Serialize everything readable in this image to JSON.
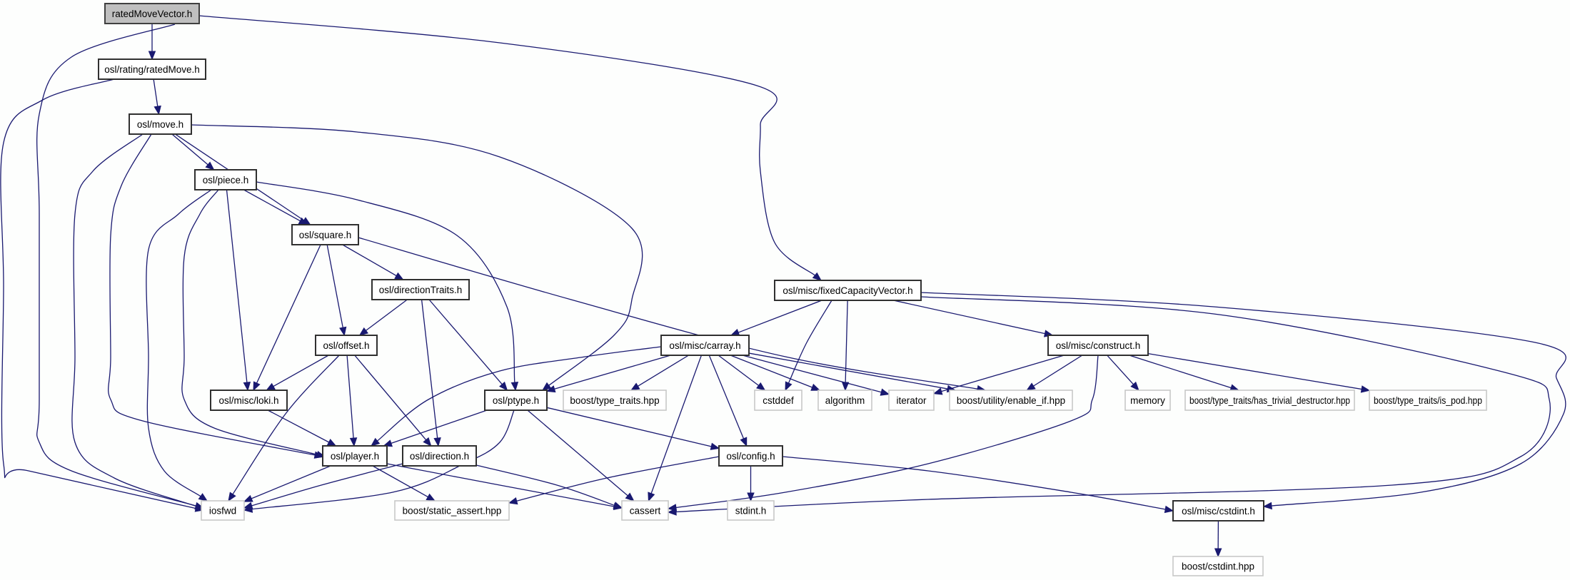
{
  "title": "Include dependency graph for ratedMoveVector.h",
  "colors": {
    "edge": "#191970",
    "current_fill": "#bfbfbf",
    "external_border": "#c8c8c8"
  },
  "nodes": [
    {
      "id": "rmv",
      "label": "ratedMoveVector.h",
      "kind": "current"
    },
    {
      "id": "ratedMove",
      "label": "osl/rating/ratedMove.h",
      "kind": "internal"
    },
    {
      "id": "move",
      "label": "osl/move.h",
      "kind": "internal"
    },
    {
      "id": "piece",
      "label": "osl/piece.h",
      "kind": "internal"
    },
    {
      "id": "square",
      "label": "osl/square.h",
      "kind": "internal"
    },
    {
      "id": "dirTraits",
      "label": "osl/directionTraits.h",
      "kind": "internal"
    },
    {
      "id": "offset",
      "label": "osl/offset.h",
      "kind": "internal"
    },
    {
      "id": "loki",
      "label": "osl/misc/loki.h",
      "kind": "internal"
    },
    {
      "id": "ptype",
      "label": "osl/ptype.h",
      "kind": "internal"
    },
    {
      "id": "player",
      "label": "osl/player.h",
      "kind": "internal"
    },
    {
      "id": "direction",
      "label": "osl/direction.h",
      "kind": "internal"
    },
    {
      "id": "iosfwd",
      "label": "iosfwd",
      "kind": "external"
    },
    {
      "id": "static_assert",
      "label": "boost/static_assert.hpp",
      "kind": "external"
    },
    {
      "id": "cassert",
      "label": "cassert",
      "kind": "external"
    },
    {
      "id": "fcv",
      "label": "osl/misc/fixedCapacityVector.h",
      "kind": "internal"
    },
    {
      "id": "carray",
      "label": "osl/misc/carray.h",
      "kind": "internal"
    },
    {
      "id": "construct",
      "label": "osl/misc/construct.h",
      "kind": "internal"
    },
    {
      "id": "type_traits",
      "label": "boost/type_traits.hpp",
      "kind": "external"
    },
    {
      "id": "cstddef",
      "label": "cstddef",
      "kind": "external"
    },
    {
      "id": "algorithm",
      "label": "algorithm",
      "kind": "external"
    },
    {
      "id": "iterator",
      "label": "iterator",
      "kind": "external"
    },
    {
      "id": "enable_if",
      "label": "boost/utility/enable_if.hpp",
      "kind": "external"
    },
    {
      "id": "memory",
      "label": "memory",
      "kind": "external"
    },
    {
      "id": "has_trivial",
      "label": "boost/type_traits/has_trivial_destructor.hpp",
      "kind": "external"
    },
    {
      "id": "is_pod",
      "label": "boost/type_traits/is_pod.hpp",
      "kind": "external"
    },
    {
      "id": "config",
      "label": "osl/config.h",
      "kind": "internal"
    },
    {
      "id": "stdint",
      "label": "stdint.h",
      "kind": "external"
    },
    {
      "id": "misc_cstdint",
      "label": "osl/misc/cstdint.h",
      "kind": "internal"
    },
    {
      "id": "boost_cstdint",
      "label": "boost/cstdint.hpp",
      "kind": "external"
    }
  ],
  "edges": [
    [
      "rmv",
      "ratedMove"
    ],
    [
      "rmv",
      "iosfwd"
    ],
    [
      "rmv",
      "fcv"
    ],
    [
      "ratedMove",
      "move"
    ],
    [
      "ratedMove",
      "iosfwd"
    ],
    [
      "move",
      "piece"
    ],
    [
      "move",
      "square"
    ],
    [
      "move",
      "ptype"
    ],
    [
      "move",
      "player"
    ],
    [
      "move",
      "iosfwd"
    ],
    [
      "piece",
      "square"
    ],
    [
      "piece",
      "ptype"
    ],
    [
      "piece",
      "loki"
    ],
    [
      "piece",
      "player"
    ],
    [
      "piece",
      "iosfwd"
    ],
    [
      "square",
      "dirTraits"
    ],
    [
      "square",
      "offset"
    ],
    [
      "square",
      "loki"
    ],
    [
      "square",
      "enable_if"
    ],
    [
      "dirTraits",
      "offset"
    ],
    [
      "dirTraits",
      "ptype"
    ],
    [
      "dirTraits",
      "direction"
    ],
    [
      "offset",
      "loki"
    ],
    [
      "offset",
      "player"
    ],
    [
      "offset",
      "direction"
    ],
    [
      "offset",
      "iosfwd"
    ],
    [
      "loki",
      "player"
    ],
    [
      "ptype",
      "player"
    ],
    [
      "ptype",
      "config"
    ],
    [
      "ptype",
      "cassert"
    ],
    [
      "ptype",
      "iosfwd"
    ],
    [
      "player",
      "iosfwd"
    ],
    [
      "player",
      "static_assert"
    ],
    [
      "player",
      "cassert"
    ],
    [
      "direction",
      "iosfwd"
    ],
    [
      "direction",
      "cassert"
    ],
    [
      "fcv",
      "carray"
    ],
    [
      "fcv",
      "construct"
    ],
    [
      "fcv",
      "cstddef"
    ],
    [
      "fcv",
      "algorithm"
    ],
    [
      "fcv",
      "cassert"
    ],
    [
      "fcv",
      "misc_cstdint"
    ],
    [
      "carray",
      "ptype"
    ],
    [
      "carray",
      "player"
    ],
    [
      "carray",
      "type_traits"
    ],
    [
      "carray",
      "cstddef"
    ],
    [
      "carray",
      "algorithm"
    ],
    [
      "carray",
      "iterator"
    ],
    [
      "carray",
      "config"
    ],
    [
      "carray",
      "cassert"
    ],
    [
      "carray",
      "enable_if"
    ],
    [
      "construct",
      "iterator"
    ],
    [
      "construct",
      "enable_if"
    ],
    [
      "construct",
      "memory"
    ],
    [
      "construct",
      "has_trivial"
    ],
    [
      "construct",
      "is_pod"
    ],
    [
      "construct",
      "cassert"
    ],
    [
      "config",
      "static_assert"
    ],
    [
      "config",
      "stdint"
    ],
    [
      "config",
      "misc_cstdint"
    ],
    [
      "misc_cstdint",
      "boost_cstdint"
    ]
  ]
}
